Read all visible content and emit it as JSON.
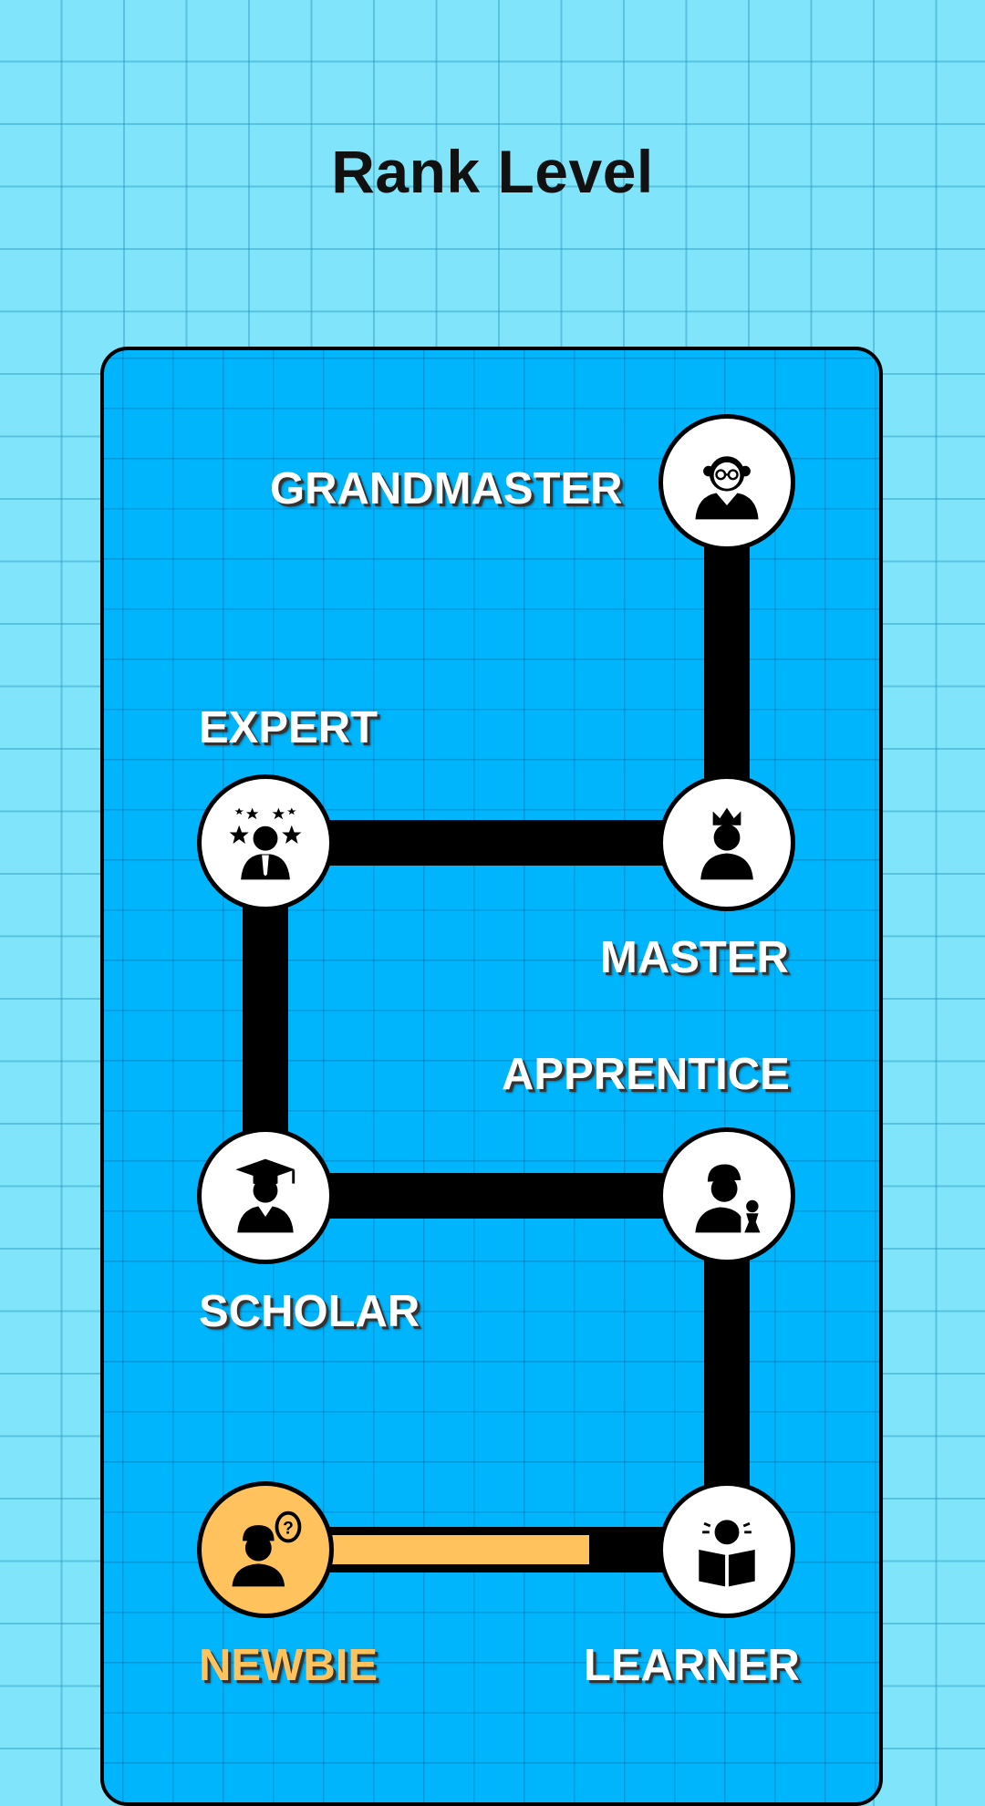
{
  "title": "Rank Level",
  "ranks": {
    "grandmaster": {
      "label": "GRANDMASTER",
      "icon": "old-man-glasses-icon"
    },
    "expert": {
      "label": "EXPERT",
      "icon": "expert-stars-icon"
    },
    "master": {
      "label": "MASTER",
      "icon": "crowned-person-icon"
    },
    "apprentice": {
      "label": "APPRENTICE",
      "icon": "apprentice-chess-icon"
    },
    "scholar": {
      "label": "SCHOLAR",
      "icon": "graduate-cap-icon"
    },
    "newbie": {
      "label": "NEWBIE",
      "icon": "confused-person-icon"
    },
    "learner": {
      "label": "LEARNER",
      "icon": "reader-book-icon"
    }
  },
  "current_rank": "NEWBIE",
  "progress_to_next": 0.76,
  "colors": {
    "progress": "#ffc25c",
    "panel": "#00b5fb",
    "background": "#80e5fb",
    "track": "#000000"
  }
}
